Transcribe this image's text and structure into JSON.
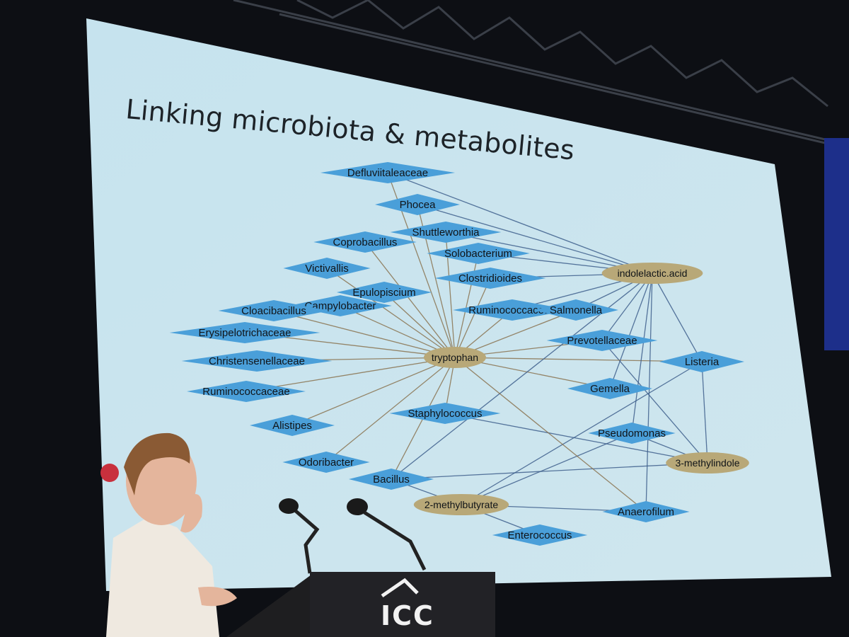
{
  "slide": {
    "title": "Linking microbiota & metabolites"
  },
  "network": {
    "colors": {
      "taxon_fill": "#4a9fd9",
      "metabolite_fill": "#b8a878",
      "edge_tryptophan": "#8a7350",
      "edge_other": "#3e5f8c"
    },
    "metabolites": [
      {
        "id": "tryptophan",
        "label": "tryptophan"
      },
      {
        "id": "ila",
        "label": "indolelactic.acid"
      },
      {
        "id": "mi",
        "label": "3-methylindole"
      },
      {
        "id": "mb",
        "label": "2-methylbutyrate"
      }
    ],
    "taxa": [
      {
        "id": "defluviitaleaceae",
        "label": "Defluviitaleaceae",
        "links": [
          "tryptophan",
          "ila"
        ]
      },
      {
        "id": "phocea",
        "label": "Phocea",
        "links": [
          "tryptophan",
          "ila"
        ]
      },
      {
        "id": "shuttleworthia",
        "label": "Shuttleworthia",
        "links": [
          "tryptophan",
          "ila"
        ]
      },
      {
        "id": "coprobacillus",
        "label": "Coprobacillus",
        "links": [
          "tryptophan"
        ]
      },
      {
        "id": "solobacterium",
        "label": "Solobacterium",
        "links": [
          "tryptophan",
          "ila"
        ]
      },
      {
        "id": "victivallis",
        "label": "Victivallis",
        "links": [
          "tryptophan"
        ]
      },
      {
        "id": "clostridioides",
        "label": "Clostridioides",
        "links": [
          "tryptophan",
          "ila"
        ]
      },
      {
        "id": "epulopiscium",
        "label": "Epulopiscium",
        "links": [
          "tryptophan"
        ]
      },
      {
        "id": "campylobacter",
        "label": "Campylobacter",
        "links": [
          "tryptophan"
        ]
      },
      {
        "id": "ruminococcaceae_top",
        "label": "Ruminococcaceae",
        "links": [
          "tryptophan",
          "ila"
        ]
      },
      {
        "id": "salmonella",
        "label": "Salmonella",
        "links": [
          "tryptophan",
          "ila"
        ]
      },
      {
        "id": "cloacibacillus",
        "label": "Cloacibacillus",
        "links": [
          "tryptophan"
        ]
      },
      {
        "id": "erysipelotrichaceae",
        "label": "Erysipelotrichaceae",
        "links": [
          "tryptophan"
        ]
      },
      {
        "id": "prevotellaceae",
        "label": "Prevotellaceae",
        "links": [
          "tryptophan",
          "ila",
          "mi"
        ]
      },
      {
        "id": "christensenellaceae",
        "label": "Christensenellaceae",
        "links": [
          "tryptophan"
        ]
      },
      {
        "id": "listeria",
        "label": "Listeria",
        "links": [
          "tryptophan",
          "ila",
          "mi",
          "mb"
        ]
      },
      {
        "id": "gemella",
        "label": "Gemella",
        "links": [
          "tryptophan",
          "ila"
        ]
      },
      {
        "id": "ruminococcaceae_left",
        "label": "Ruminococcaceae",
        "links": [
          "tryptophan"
        ]
      },
      {
        "id": "staphylococcus",
        "label": "Staphylococcus",
        "links": [
          "tryptophan",
          "mi"
        ]
      },
      {
        "id": "alistipes",
        "label": "Alistipes",
        "links": [
          "tryptophan"
        ]
      },
      {
        "id": "pseudomonas",
        "label": "Pseudomonas",
        "links": [
          "ila",
          "mi",
          "mb"
        ]
      },
      {
        "id": "odoribacter",
        "label": "Odoribacter",
        "links": [
          "tryptophan"
        ]
      },
      {
        "id": "bacillus",
        "label": "Bacillus",
        "links": [
          "tryptophan",
          "mi",
          "mb",
          "ila"
        ]
      },
      {
        "id": "anaerofilum",
        "label": "Anaerofilum",
        "links": [
          "tryptophan",
          "ila",
          "mb"
        ]
      },
      {
        "id": "enterococcus",
        "label": "Enterococcus",
        "links": [
          "mb"
        ]
      }
    ]
  },
  "podium": {
    "logo_text": "ICC"
  }
}
